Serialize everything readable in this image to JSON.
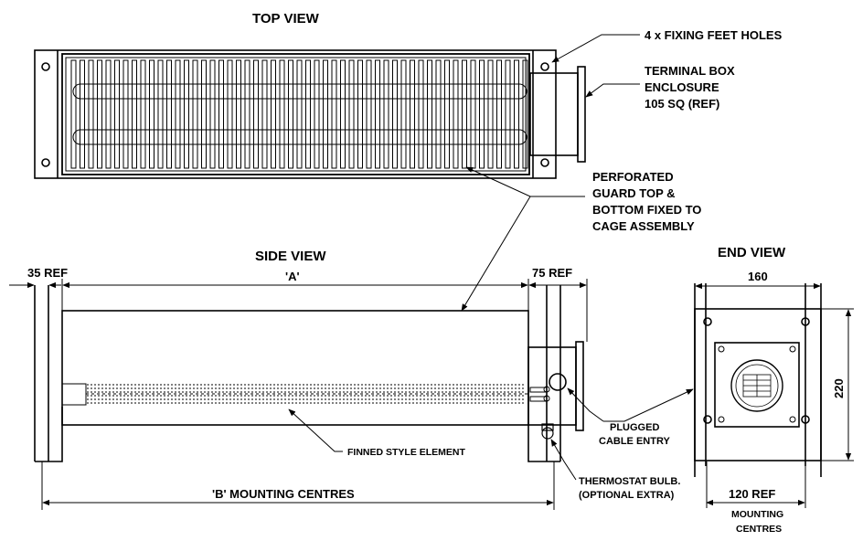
{
  "views": {
    "top": "TOP VIEW",
    "side": "SIDE VIEW",
    "end": "END VIEW"
  },
  "callouts": {
    "fixing_feet": "4 x FIXING FEET HOLES",
    "terminal_box": [
      "TERMINAL BOX",
      "ENCLOSURE",
      "105 SQ (REF)"
    ],
    "guard": [
      "PERFORATED",
      "GUARD TOP &",
      "BOTTOM FIXED TO",
      "CAGE ASSEMBLY"
    ],
    "finned": "FINNED STYLE ELEMENT",
    "plugged": [
      "PLUGGED",
      "CABLE ENTRY"
    ],
    "thermostat": [
      "THERMOSTAT BULB.",
      "(OPTIONAL EXTRA)"
    ]
  },
  "dimensions": {
    "ref35": "35 REF",
    "a": "'A'",
    "ref75": "75 REF",
    "mounting_b": "'B'  MOUNTING CENTRES",
    "width160": "160",
    "height220": "220",
    "ref120": "120 REF",
    "mounting_centres": [
      "MOUNTING",
      "CENTRES"
    ]
  }
}
